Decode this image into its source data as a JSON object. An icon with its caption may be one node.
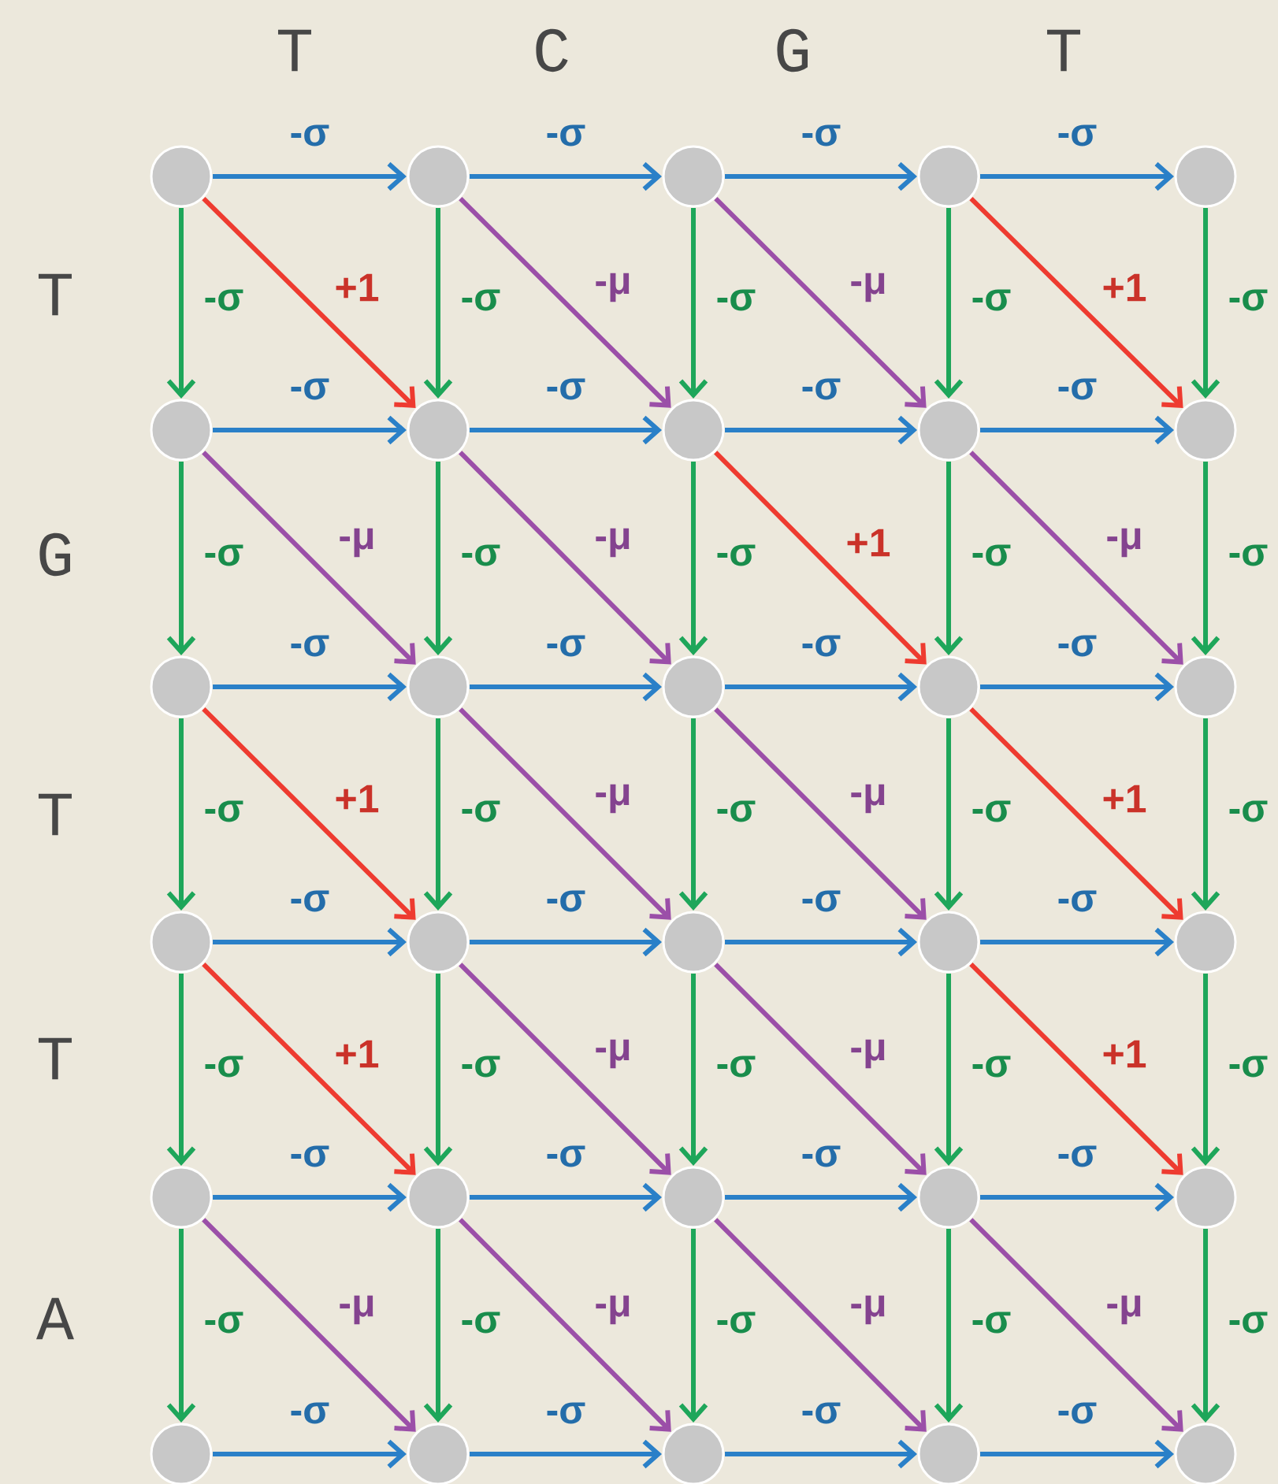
{
  "diagram": {
    "nodes": [
      {
        "text": [],
        "shape": "circle"
      },
      {
        "text": [],
        "shape": "circle"
      },
      {
        "text": [],
        "shape": "circle"
      },
      {
        "text": [],
        "shape": "circle"
      },
      {
        "text": [],
        "shape": "circle"
      },
      {
        "text": [],
        "shape": "circle"
      },
      {
        "text": [],
        "shape": "circle"
      },
      {
        "text": [],
        "shape": "circle"
      },
      {
        "text": [],
        "shape": "circle"
      },
      {
        "text": [],
        "shape": "circle"
      },
      {
        "text": [],
        "shape": "circle"
      },
      {
        "text": [],
        "shape": "circle"
      },
      {
        "text": [],
        "shape": "circle"
      },
      {
        "text": [],
        "shape": "circle"
      },
      {
        "text": [],
        "shape": "circle"
      },
      {
        "text": [],
        "shape": "circle"
      },
      {
        "text": [],
        "shape": "circle"
      },
      {
        "text": [],
        "shape": "circle"
      },
      {
        "text": [],
        "shape": "circle"
      },
      {
        "text": [],
        "shape": "circle"
      },
      {
        "text": [],
        "shape": "circle"
      },
      {
        "text": [],
        "shape": "circle"
      },
      {
        "text": [],
        "shape": "circle"
      },
      {
        "text": [],
        "shape": "circle"
      },
      {
        "text": [],
        "shape": "circle"
      },
      {
        "text": [],
        "shape": "circle"
      },
      {
        "text": [],
        "shape": "circle"
      },
      {
        "text": [],
        "shape": "circle"
      },
      {
        "text": [],
        "shape": "circle"
      },
      {
        "text": [],
        "shape": "circle"
      }
    ],
    "edges": [
      {
        "from": 0,
        "to": 1,
        "arrow": "to",
        "label": "-σ",
        "color": "#2a80c8"
      },
      {
        "from": 1,
        "to": 2,
        "arrow": "to",
        "label": "-σ",
        "color": "#2a80c8"
      },
      {
        "from": 2,
        "to": 3,
        "arrow": "to",
        "label": "-σ",
        "color": "#2a80c8"
      },
      {
        "from": 3,
        "to": 4,
        "arrow": "to",
        "label": "-σ",
        "color": "#2a80c8"
      },
      {
        "from": 0,
        "to": 5,
        "arrow": "to",
        "label": "-σ",
        "color": "#1ea65a"
      },
      {
        "from": 1,
        "to": 6,
        "arrow": "to",
        "label": "-σ",
        "color": "#1ea65a"
      },
      {
        "from": 2,
        "to": 7,
        "arrow": "to",
        "label": "-σ",
        "color": "#1ea65a"
      },
      {
        "from": 3,
        "to": 8,
        "arrow": "to",
        "label": "-σ",
        "color": "#1ea65a"
      },
      {
        "from": 4,
        "to": 9,
        "arrow": "to",
        "label": "-σ",
        "color": "#1ea65a"
      },
      {
        "from": 0,
        "to": 6,
        "arrow": "to",
        "label": "+1",
        "color": "#ee3b30"
      },
      {
        "from": 1,
        "to": 7,
        "arrow": "to",
        "label": "-μ",
        "color": "#9b4fa8"
      },
      {
        "from": 2,
        "to": 8,
        "arrow": "to",
        "label": "-μ",
        "color": "#9b4fa8"
      },
      {
        "from": 3,
        "to": 9,
        "arrow": "to",
        "label": "+1",
        "color": "#ee3b30"
      },
      {
        "from": 5,
        "to": 6,
        "arrow": "to",
        "label": "-σ",
        "color": "#2a80c8"
      },
      {
        "from": 6,
        "to": 7,
        "arrow": "to",
        "label": "-σ",
        "color": "#2a80c8"
      },
      {
        "from": 7,
        "to": 8,
        "arrow": "to",
        "label": "-σ",
        "color": "#2a80c8"
      },
      {
        "from": 8,
        "to": 9,
        "arrow": "to",
        "label": "-σ",
        "color": "#2a80c8"
      },
      {
        "from": 5,
        "to": 10,
        "arrow": "to",
        "label": "-σ",
        "color": "#1ea65a"
      },
      {
        "from": 6,
        "to": 11,
        "arrow": "to",
        "label": "-σ",
        "color": "#1ea65a"
      },
      {
        "from": 7,
        "to": 12,
        "arrow": "to",
        "label": "-σ",
        "color": "#1ea65a"
      },
      {
        "from": 8,
        "to": 13,
        "arrow": "to",
        "label": "-σ",
        "color": "#1ea65a"
      },
      {
        "from": 9,
        "to": 14,
        "arrow": "to",
        "label": "-σ",
        "color": "#1ea65a"
      },
      {
        "from": 5,
        "to": 11,
        "arrow": "to",
        "label": "-μ",
        "color": "#9b4fa8"
      },
      {
        "from": 6,
        "to": 12,
        "arrow": "to",
        "label": "-μ",
        "color": "#9b4fa8"
      },
      {
        "from": 7,
        "to": 13,
        "arrow": "to",
        "label": "+1",
        "color": "#ee3b30"
      },
      {
        "from": 8,
        "to": 14,
        "arrow": "to",
        "label": "-μ",
        "color": "#9b4fa8"
      },
      {
        "from": 10,
        "to": 11,
        "arrow": "to",
        "label": "-σ",
        "color": "#2a80c8"
      },
      {
        "from": 11,
        "to": 12,
        "arrow": "to",
        "label": "-σ",
        "color": "#2a80c8"
      },
      {
        "from": 12,
        "to": 13,
        "arrow": "to",
        "label": "-σ",
        "color": "#2a80c8"
      },
      {
        "from": 13,
        "to": 14,
        "arrow": "to",
        "label": "-σ",
        "color": "#2a80c8"
      },
      {
        "from": 10,
        "to": 15,
        "arrow": "to",
        "label": "-σ",
        "color": "#1ea65a"
      },
      {
        "from": 11,
        "to": 16,
        "arrow": "to",
        "label": "-σ",
        "color": "#1ea65a"
      },
      {
        "from": 12,
        "to": 17,
        "arrow": "to",
        "label": "-σ",
        "color": "#1ea65a"
      },
      {
        "from": 13,
        "to": 18,
        "arrow": "to",
        "label": "-σ",
        "color": "#1ea65a"
      },
      {
        "from": 14,
        "to": 19,
        "arrow": "to",
        "label": "-σ",
        "color": "#1ea65a"
      },
      {
        "from": 10,
        "to": 16,
        "arrow": "to",
        "label": "+1",
        "color": "#ee3b30"
      },
      {
        "from": 11,
        "to": 17,
        "arrow": "to",
        "label": "-μ",
        "color": "#9b4fa8"
      },
      {
        "from": 12,
        "to": 18,
        "arrow": "to",
        "label": "-μ",
        "color": "#9b4fa8"
      },
      {
        "from": 13,
        "to": 19,
        "arrow": "to",
        "label": "+1",
        "color": "#ee3b30"
      },
      {
        "from": 15,
        "to": 16,
        "arrow": "to",
        "label": "-σ",
        "color": "#2a80c8"
      },
      {
        "from": 16,
        "to": 17,
        "arrow": "to",
        "label": "-σ",
        "color": "#2a80c8"
      },
      {
        "from": 17,
        "to": 18,
        "arrow": "to",
        "label": "-σ",
        "color": "#2a80c8"
      },
      {
        "from": 18,
        "to": 19,
        "arrow": "to",
        "label": "-σ",
        "color": "#2a80c8"
      },
      {
        "from": 15,
        "to": 20,
        "arrow": "to",
        "label": "-σ",
        "color": "#1ea65a"
      },
      {
        "from": 16,
        "to": 21,
        "arrow": "to",
        "label": "-σ",
        "color": "#1ea65a"
      },
      {
        "from": 17,
        "to": 22,
        "arrow": "to",
        "label": "-σ",
        "color": "#1ea65a"
      },
      {
        "from": 18,
        "to": 23,
        "arrow": "to",
        "label": "-σ",
        "color": "#1ea65a"
      },
      {
        "from": 19,
        "to": 24,
        "arrow": "to",
        "label": "-σ",
        "color": "#1ea65a"
      },
      {
        "from": 15,
        "to": 21,
        "arrow": "to",
        "label": "+1",
        "color": "#ee3b30"
      },
      {
        "from": 16,
        "to": 22,
        "arrow": "to",
        "label": "-μ",
        "color": "#9b4fa8"
      },
      {
        "from": 17,
        "to": 23,
        "arrow": "to",
        "label": "-μ",
        "color": "#9b4fa8"
      },
      {
        "from": 18,
        "to": 24,
        "arrow": "to",
        "label": "+1",
        "color": "#ee3b30"
      },
      {
        "from": 20,
        "to": 21,
        "arrow": "to",
        "label": "-σ",
        "color": "#2a80c8"
      },
      {
        "from": 21,
        "to": 22,
        "arrow": "to",
        "label": "-σ",
        "color": "#2a80c8"
      },
      {
        "from": 22,
        "to": 23,
        "arrow": "to",
        "label": "-σ",
        "color": "#2a80c8"
      },
      {
        "from": 23,
        "to": 24,
        "arrow": "to",
        "label": "-σ",
        "color": "#2a80c8"
      },
      {
        "from": 20,
        "to": 25,
        "arrow": "to",
        "label": "-σ",
        "color": "#1ea65a"
      },
      {
        "from": 21,
        "to": 26,
        "arrow": "to",
        "label": "-σ",
        "color": "#1ea65a"
      },
      {
        "from": 22,
        "to": 27,
        "arrow": "to",
        "label": "-σ",
        "color": "#1ea65a"
      },
      {
        "from": 23,
        "to": 28,
        "arrow": "to",
        "label": "-σ",
        "color": "#1ea65a"
      },
      {
        "from": 24,
        "to": 29,
        "arrow": "to",
        "label": "-σ",
        "color": "#1ea65a"
      },
      {
        "from": 20,
        "to": 26,
        "arrow": "to",
        "label": "-μ",
        "color": "#9b4fa8"
      },
      {
        "from": 21,
        "to": 27,
        "arrow": "to",
        "label": "-μ",
        "color": "#9b4fa8"
      },
      {
        "from": 22,
        "to": 28,
        "arrow": "to",
        "label": "-μ",
        "color": "#9b4fa8"
      },
      {
        "from": 23,
        "to": 29,
        "arrow": "to",
        "label": "-μ",
        "color": "#9b4fa8"
      },
      {
        "from": 25,
        "to": 26,
        "arrow": "to",
        "label": "-σ",
        "color": "#2a80c8"
      },
      {
        "from": 26,
        "to": 27,
        "arrow": "to",
        "label": "-σ",
        "color": "#2a80c8"
      },
      {
        "from": 27,
        "to": 28,
        "arrow": "to",
        "label": "-σ",
        "color": "#2a80c8"
      },
      {
        "from": 28,
        "to": 29,
        "arrow": "to",
        "label": "-σ",
        "color": "#2a80c8"
      }
    ],
    "labels": [
      "T",
      "C",
      "G",
      "T",
      "T",
      "G",
      "T",
      "T",
      "A"
    ]
  }
}
